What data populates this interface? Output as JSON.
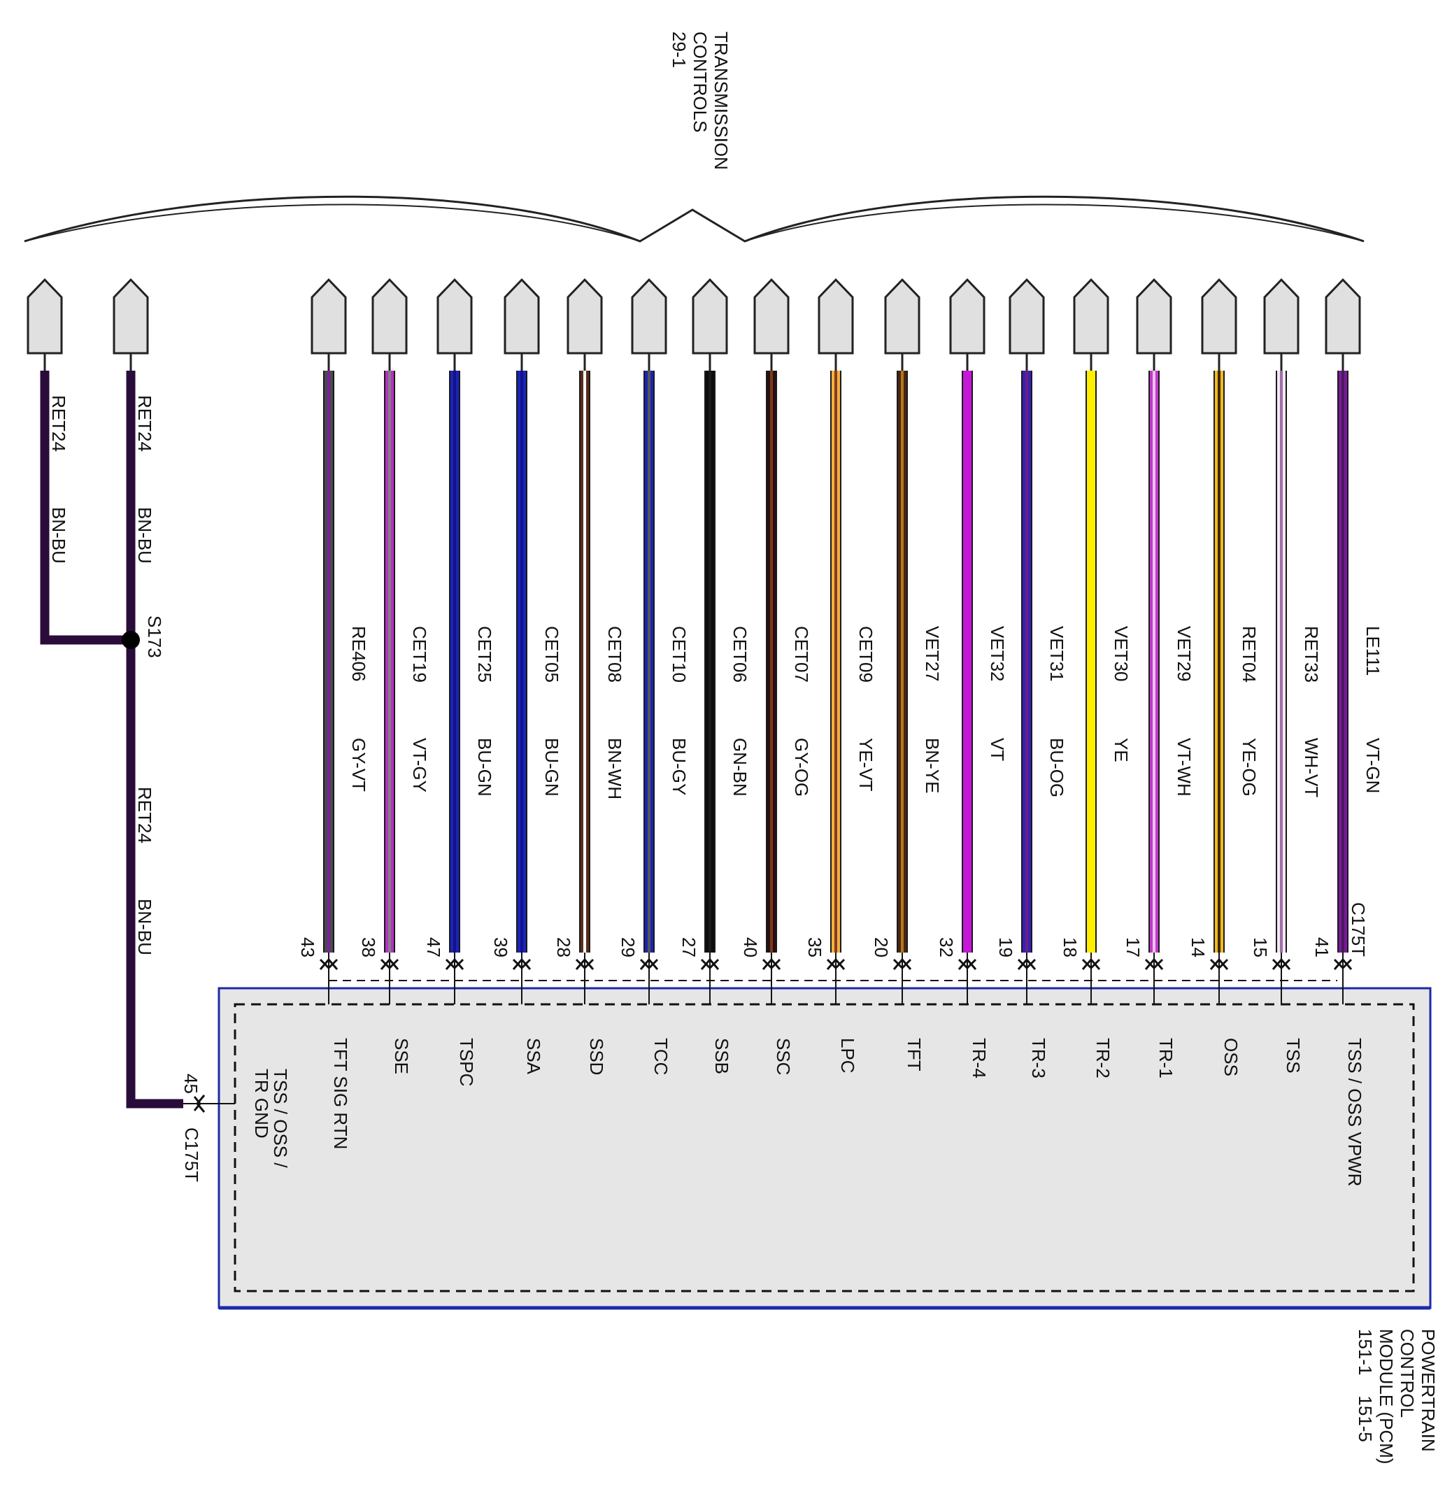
{
  "header": {
    "title_lines": [
      "TRANSMISSION",
      "CONTROLS",
      "29-1"
    ]
  },
  "module": {
    "label_lines": [
      "POWERTRAIN",
      "CONTROL",
      "MODULE (PCM)",
      "151-1    151-5"
    ],
    "fill": "#e6e6e6",
    "border": "#1c2aa8"
  },
  "splice": {
    "label": "S173"
  },
  "ground": {
    "pin": "45",
    "connector": "C175T",
    "function_lines": [
      "TSS / OSS /",
      "TR GND"
    ]
  },
  "left_wires": [
    {
      "circuit": "RET24",
      "color_code": "BN-BU"
    },
    {
      "circuit": "RET24",
      "color_code": "BN-BU"
    },
    {
      "circuit": "RET24",
      "color_code": "BN-BU"
    }
  ],
  "connector_label": "C175T",
  "wires": [
    {
      "circuit": "RE406",
      "color_code": "GY-VT",
      "pin": "43",
      "function": "TFT SIG RTN",
      "base": "#4a4a4a",
      "stripe": "#7a1fa0"
    },
    {
      "circuit": "CET19",
      "color_code": "VT-GY",
      "pin": "38",
      "function": "SSE",
      "base": "#b531c4",
      "stripe": "#808080"
    },
    {
      "circuit": "CET25",
      "color_code": "BU-GN",
      "pin": "47",
      "function": "TSPC",
      "base": "#1a24b8",
      "stripe": "#12128a"
    },
    {
      "circuit": "CET05",
      "color_code": "BU-GN",
      "pin": "39",
      "function": "SSA",
      "base": "#1a24b8",
      "stripe": "#12128a"
    },
    {
      "circuit": "CET08",
      "color_code": "BN-WH",
      "pin": "28",
      "function": "SSD",
      "base": "#5a2d1a",
      "stripe": "#ffffff"
    },
    {
      "circuit": "CET10",
      "color_code": "BU-GY",
      "pin": "29",
      "function": "TCC",
      "base": "#1a24b8",
      "stripe": "#555555"
    },
    {
      "circuit": "CET06",
      "color_code": "GN-BN",
      "pin": "27",
      "function": "SSB",
      "base": "#0e0e0e",
      "stripe": "#1a1a1a"
    },
    {
      "circuit": "CET07",
      "color_code": "GY-OG",
      "pin": "40",
      "function": "SSC",
      "base": "#2a0f0f",
      "stripe": "#7a3a1a"
    },
    {
      "circuit": "CET09",
      "color_code": "YE-VT",
      "pin": "35",
      "function": "LPC",
      "base": "#f2b23a",
      "stripe": "#8a3a2a"
    },
    {
      "circuit": "VET27",
      "color_code": "BN-YE",
      "pin": "20",
      "function": "TFT",
      "base": "#4a2614",
      "stripe": "#b07a1a"
    },
    {
      "circuit": "VET32",
      "color_code": "VT",
      "pin": "32",
      "function": "TR-4",
      "base": "#c417d8",
      "stripe": "#c417d8"
    },
    {
      "circuit": "VET31",
      "color_code": "BU-OG",
      "pin": "19",
      "function": "TR-3",
      "base": "#3420b8",
      "stripe": "#6a2080"
    },
    {
      "circuit": "VET30",
      "color_code": "YE",
      "pin": "18",
      "function": "TR-2",
      "base": "#ffee00",
      "stripe": "#ffee00"
    },
    {
      "circuit": "VET29",
      "color_code": "VT-WH",
      "pin": "17",
      "function": "TR-1",
      "base": "#c03acc",
      "stripe": "#f0c0f0"
    },
    {
      "circuit": "RET04",
      "color_code": "YE-OG",
      "pin": "14",
      "function": "OSS",
      "base": "#f5b820",
      "stripe": "#3a2a0a"
    },
    {
      "circuit": "RET33",
      "color_code": "WH-VT",
      "pin": "15",
      "function": "TSS",
      "base": "#f4e8f4",
      "stripe": "#a070a8"
    },
    {
      "circuit": "LE111",
      "color_code": "VT-GN",
      "pin": "41",
      "function": "TSS / OSS VPWR",
      "base": "#7a1a9a",
      "stripe": "#4a1a5a"
    }
  ]
}
